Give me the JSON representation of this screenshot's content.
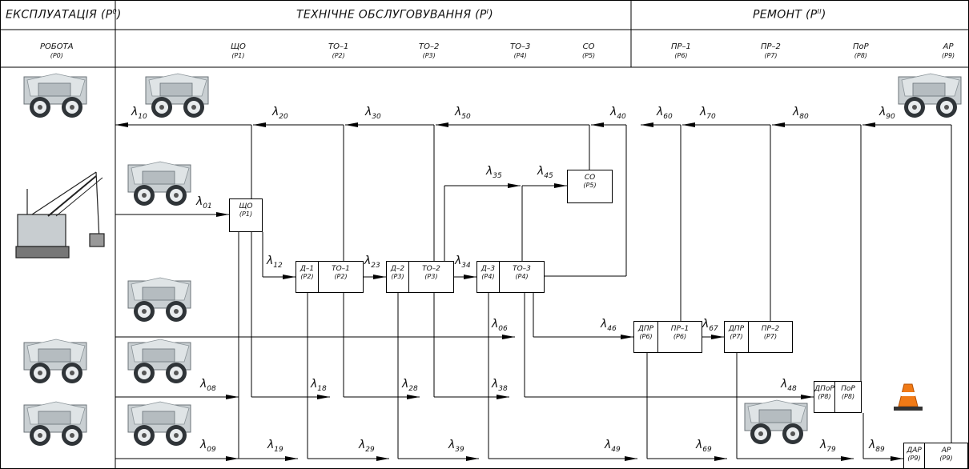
{
  "headers": {
    "operation": "ЕКСПЛУАТАЦІЯ (Р",
    "operation_sup": "0",
    "operation_close": ")",
    "maintenance": "ТЕХНІЧНЕ ОБСЛУГОВУВАННЯ (Р",
    "maintenance_sup": "І",
    "maintenance_close": ")",
    "repair": "РЕМОНТ (Р",
    "repair_sup": "ІІ",
    "repair_close": ")"
  },
  "subheaders": {
    "work": {
      "name": "РОБОТА",
      "code": "(P0)"
    },
    "sho": {
      "name": "ЩО",
      "code": "(P1)"
    },
    "to1": {
      "name": "ТО–1",
      "code": "(P2)"
    },
    "to2": {
      "name": "ТО–2",
      "code": "(P3)"
    },
    "to3": {
      "name": "ТО–3",
      "code": "(P4)"
    },
    "so": {
      "name": "СО",
      "code": "(P5)"
    },
    "pr1": {
      "name": "ПР–1",
      "code": "(P6)"
    },
    "pr2": {
      "name": "ПР–2",
      "code": "(P7)"
    },
    "por": {
      "name": "ПоР",
      "code": "(P8)"
    },
    "ar": {
      "name": "АР",
      "code": "(P9)"
    }
  },
  "boxes": {
    "sho": {
      "name": "ЩО",
      "code": "(P1)"
    },
    "so": {
      "name": "СО",
      "code": "(P5)"
    },
    "d1": {
      "name": "Д–1",
      "code": "(P2)"
    },
    "to1": {
      "name": "ТО–1",
      "code": "(P2)"
    },
    "d2": {
      "name": "Д–2",
      "code": "(P3)"
    },
    "to2": {
      "name": "ТО–2",
      "code": "(P3)"
    },
    "d3": {
      "name": "Д–3",
      "code": "(P4)"
    },
    "to3": {
      "name": "ТО–3",
      "code": "(P4)"
    },
    "dpr1": {
      "name": "ДПР",
      "code": "(P6)"
    },
    "pr1": {
      "name": "ПР–1",
      "code": "(P6)"
    },
    "dpr2": {
      "name": "ДПР",
      "code": "(P7)"
    },
    "pr2": {
      "name": "ПР–2",
      "code": "(P7)"
    },
    "dpor": {
      "name": "ДПоР",
      "code": "(P8)"
    },
    "por": {
      "name": "ПоР",
      "code": "(P8)"
    },
    "dar": {
      "name": "ДАР",
      "code": "(P9)"
    },
    "ar": {
      "name": "АР",
      "code": "(P9)"
    }
  },
  "lambda_symbol": "λ",
  "rates": [
    "10",
    "20",
    "30",
    "50",
    "40",
    "60",
    "70",
    "80",
    "90",
    "01",
    "35",
    "45",
    "12",
    "23",
    "34",
    "06",
    "46",
    "67",
    "08",
    "18",
    "28",
    "38",
    "48",
    "09",
    "19",
    "29",
    "39",
    "49",
    "69",
    "79",
    "89"
  ],
  "icons": [
    "dump-truck-icon",
    "excavator-icon",
    "traffic-cone-icon"
  ],
  "colors": {
    "line": "#000000",
    "background": "#ffffff"
  }
}
